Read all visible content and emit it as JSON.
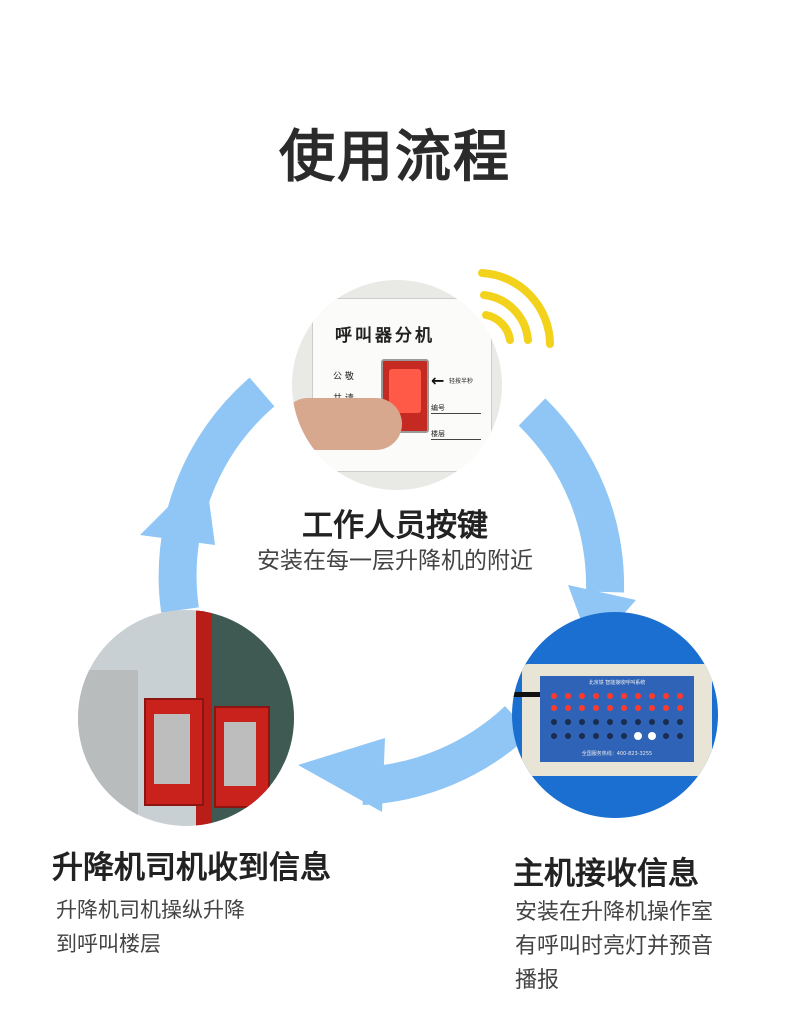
{
  "page": {
    "title": "使用流程"
  },
  "steps": [
    {
      "heading": "工作人员按键",
      "description": "安装在每一层升降机的附近",
      "device": {
        "title": "呼叫器分机",
        "left_text": [
          "公 敬",
          "共 请"
        ],
        "arrow_text": "轻按半秒",
        "fields": [
          "编号",
          "楼层"
        ]
      }
    },
    {
      "heading": "主机接收信息",
      "description": [
        "安装在升降机操作室",
        "有呼叫时亮灯并预音",
        "播报"
      ],
      "device": {
        "title": "北京铁  智能接收呼叫系统",
        "hotline": "全国服务热线：400-823-3255"
      }
    },
    {
      "heading": "升降机司机收到信息",
      "description": [
        "升降机司机操纵升降",
        "到呼叫楼层"
      ]
    }
  ],
  "colors": {
    "arrow": "#8fc6f5",
    "signal": "#f2d21b",
    "panel_blue": "#1a6fd0",
    "lift_red": "#c9221d"
  }
}
